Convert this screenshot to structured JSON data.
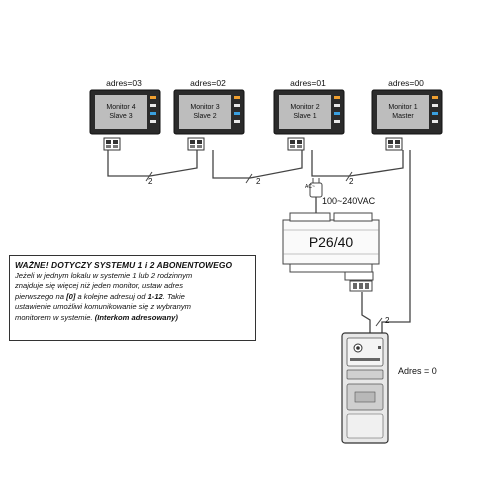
{
  "monitors": [
    {
      "address": "adres=03",
      "line1": "Monitor 4",
      "line2": "Slave 3"
    },
    {
      "address": "adres=02",
      "line1": "Monitor 3",
      "line2": "Slave 2"
    },
    {
      "address": "adres=01",
      "line1": "Monitor 2",
      "line2": "Slave 1"
    },
    {
      "address": "adres=00",
      "line1": "Monitor 1",
      "line2": "Master"
    }
  ],
  "wire_marks": [
    "2",
    "2",
    "2",
    "2"
  ],
  "power": {
    "ac_label": "AC~",
    "voltage": "100~240VAC"
  },
  "supply": {
    "model": "P26/40"
  },
  "door_station": {
    "address": "Adres = 0"
  },
  "note": {
    "title": "WAŻNE! DOTYCZY SYSTEMU 1 i 2 ABONENTOWEGO",
    "lines": [
      {
        "parts": [
          {
            "text": "Jeżeli w jednym lokalu w systemie 1 lub 2 rodzinnym",
            "bold": false
          }
        ]
      },
      {
        "parts": [
          {
            "text": "znajduje się więcej niż jeden monitor, ustaw adres",
            "bold": false
          }
        ]
      },
      {
        "parts": [
          {
            "text": "pierwszego na ",
            "bold": false
          },
          {
            "text": "[0]",
            "bold": true
          },
          {
            "text": " a kolejne adresuj od ",
            "bold": false
          },
          {
            "text": "1-12",
            "bold": true
          },
          {
            "text": ". Takie",
            "bold": false
          }
        ]
      },
      {
        "parts": [
          {
            "text": "ustawienie umożliwi komunikowanie się z wybranym",
            "bold": false
          }
        ]
      },
      {
        "parts": [
          {
            "text": "monitorem w systemie. ",
            "bold": false
          },
          {
            "text": "(Interkom adresowany)",
            "bold": true
          }
        ]
      }
    ]
  },
  "colors": {
    "line": "#444444",
    "screen": "#bdbdbd",
    "frame": "#2b2b2b",
    "led_orange": "#f0a030",
    "led_blue": "#3aa0e0"
  }
}
